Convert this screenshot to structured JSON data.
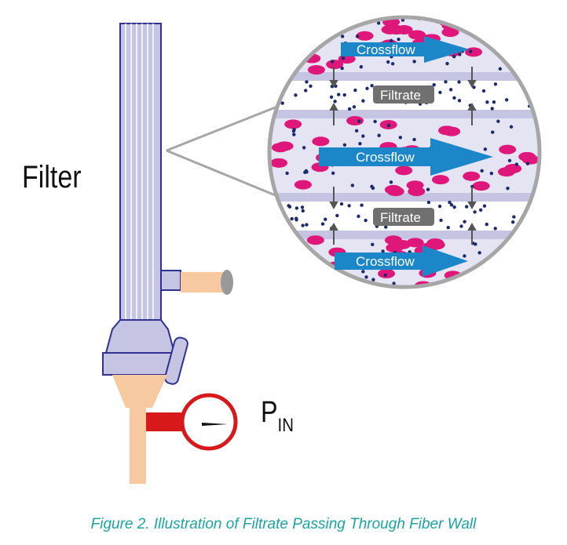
{
  "labels": {
    "filter": "Filter",
    "pin_main": "P",
    "pin_sub": "IN",
    "crossflow_top": "Crossflow",
    "crossflow_middle": "Crossflow",
    "crossflow_bottom": "Crossflow",
    "filtrate_upper": "Filtrate",
    "filtrate_lower": "Filtrate"
  },
  "caption": "Figure 2. Illustration of Filtrate Passing Through Fiber Wall",
  "colors": {
    "outline": "#2e3192",
    "fiber_band": "#c5c4e2",
    "particle_large": "#e0177a",
    "particle_small": "#1c2a6e",
    "flow_arrow": "#1b87c8",
    "filtrate_badge": "#707070",
    "tubing": "#f6c9a0",
    "gauge_tap": "#d7191c",
    "caption": "#1aa3a3"
  },
  "icons": [
    "crossflow-arrow-icon",
    "filtrate-arrow-icon",
    "pressure-gauge-icon"
  ]
}
